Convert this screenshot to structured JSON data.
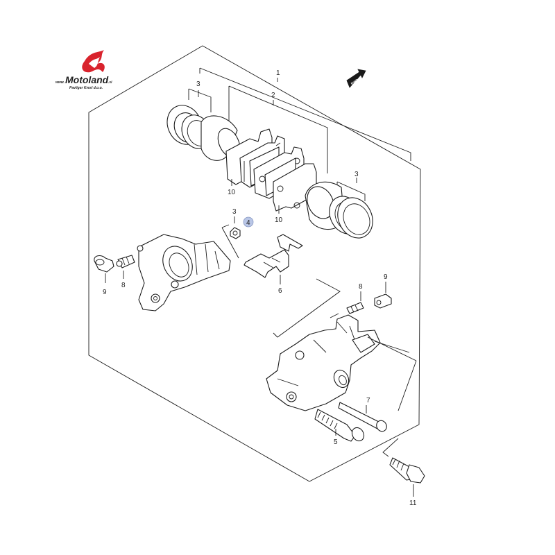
{
  "brand": {
    "url": "www.",
    "name": "Motoland",
    "suffix": ".si",
    "tagline": "Pavliger Kresl d.o.o.",
    "logo_color": "#d9232d"
  },
  "fwd_label": "FWD",
  "highlight_color": "#b9c6e6",
  "callouts": {
    "c1": "1",
    "c2": "2",
    "c3a": "3",
    "c3b": "3",
    "c3c": "3",
    "c4": "4",
    "c5": "5",
    "c6": "6",
    "c7": "7",
    "c8a": "8",
    "c8b": "8",
    "c9a": "9",
    "c9b": "9",
    "c10a": "10",
    "c10b": "10",
    "c11": "11"
  }
}
